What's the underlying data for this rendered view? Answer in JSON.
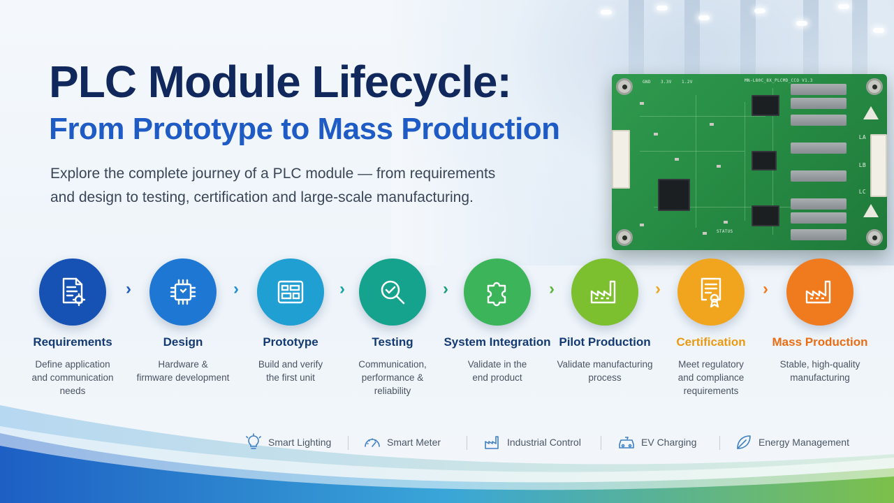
{
  "title": {
    "line1": "PLC Module Lifecycle:",
    "line2": "From Prototype to Mass Production"
  },
  "subtitle": {
    "line1": "Explore the complete journey of a PLC module — from requirements",
    "line2": "and design to testing, certification and large-scale manufacturing."
  },
  "pcb": {
    "silk_top": "MN-L80C_8X_PLCMD_CCO V1.3",
    "silk_gnd": "GND",
    "silk_33v": "3.3V",
    "silk_12v": "1.2V",
    "silk_la": "LA",
    "silk_lb": "LB",
    "silk_lc": "LC",
    "silk_status": "STATUS"
  },
  "steps": [
    {
      "label": "Requirements",
      "desc1": "Define application",
      "desc2": "and communication",
      "desc3": "needs",
      "color": "#1552b3",
      "icon": "document-gear-icon"
    },
    {
      "label": "Design",
      "desc1": "Hardware &",
      "desc2": "firmware development",
      "desc3": "",
      "color": "#1f77d4",
      "icon": "chip-icon"
    },
    {
      "label": "Prototype",
      "desc1": "Build and verify",
      "desc2": "the first unit",
      "desc3": "",
      "color": "#1f9fd2",
      "icon": "circuit-board-icon"
    },
    {
      "label": "Testing",
      "desc1": "Communication,",
      "desc2": "performance &",
      "desc3": "reliability",
      "color": "#15a38e",
      "icon": "magnifier-check-icon"
    },
    {
      "label": "System Integration",
      "desc1": "Validate in the",
      "desc2": "end product",
      "desc3": "",
      "color": "#3bb45a",
      "icon": "puzzle-icon"
    },
    {
      "label": "Pilot Production",
      "desc1": "Validate manufacturing",
      "desc2": "process",
      "desc3": "",
      "color": "#7cbf2f",
      "icon": "factory-icon"
    },
    {
      "label": "Certification",
      "desc1": "Meet regulatory",
      "desc2": "and compliance",
      "desc3": "requirements",
      "color": "#f1a51e",
      "icon": "certificate-icon"
    },
    {
      "label": "Mass Production",
      "desc1": "Stable, high-quality",
      "desc2": "manufacturing",
      "desc3": "",
      "color": "#f07a1e",
      "icon": "factory-icon"
    }
  ],
  "colors": {
    "title_dark": "#10285c",
    "title_blue": "#1f5bc4",
    "label_dark": "#143a73",
    "chevrons": [
      "#1f5bc4",
      "#1f8fd2",
      "#16a3a0",
      "#1a9e76",
      "#5cb53a",
      "#f0a31e",
      "#f07a1e"
    ]
  },
  "applications": [
    {
      "label": "Smart Lighting",
      "icon": "light-bulb-icon"
    },
    {
      "label": "Smart Meter",
      "icon": "gauge-icon"
    },
    {
      "label": "Industrial Control",
      "icon": "factory-icon"
    },
    {
      "label": "EV Charging",
      "icon": "car-icon"
    },
    {
      "label": "Energy Management",
      "icon": "leaf-icon"
    }
  ]
}
